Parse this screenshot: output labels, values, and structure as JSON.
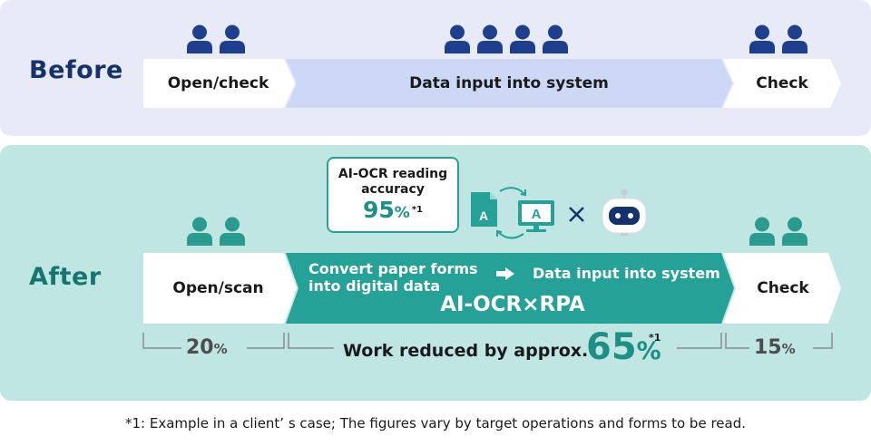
{
  "before": {
    "label": "Before",
    "steps": [
      "Open/check",
      "Data input into system",
      "Check"
    ]
  },
  "after": {
    "label": "After",
    "steps": {
      "open_scan": "Open/scan",
      "convert_line1": "Convert paper forms",
      "convert_line2": "into digital data",
      "data_input": "Data input into system",
      "ai_ocr_rpa": "AI-OCR×RPA",
      "check": "Check"
    },
    "callout": {
      "line1": "AI-OCR reading",
      "line2": "accuracy",
      "value": "95",
      "unit": "%",
      "note": "*1"
    },
    "brackets": {
      "left_value": "20",
      "left_unit": "%",
      "middle_text": "Work reduced by approx.",
      "middle_value": "65",
      "middle_unit": "%",
      "middle_note": "*1",
      "right_value": "15",
      "right_unit": "%"
    }
  },
  "footnote": "*1: Example in a client’ s case; The figures vary by target operations and forms to be read.",
  "colors": {
    "before_panel": "#e8ebf7",
    "after_panel": "#bfe6e3",
    "navy": "#15336a",
    "teal": "#26a197",
    "teal_dark": "#15756f"
  },
  "icons": [
    "person-icon",
    "document-a-icon",
    "refresh-arrows-icon",
    "monitor-a-icon",
    "times-icon",
    "robot-icon",
    "right-arrow-icon"
  ]
}
